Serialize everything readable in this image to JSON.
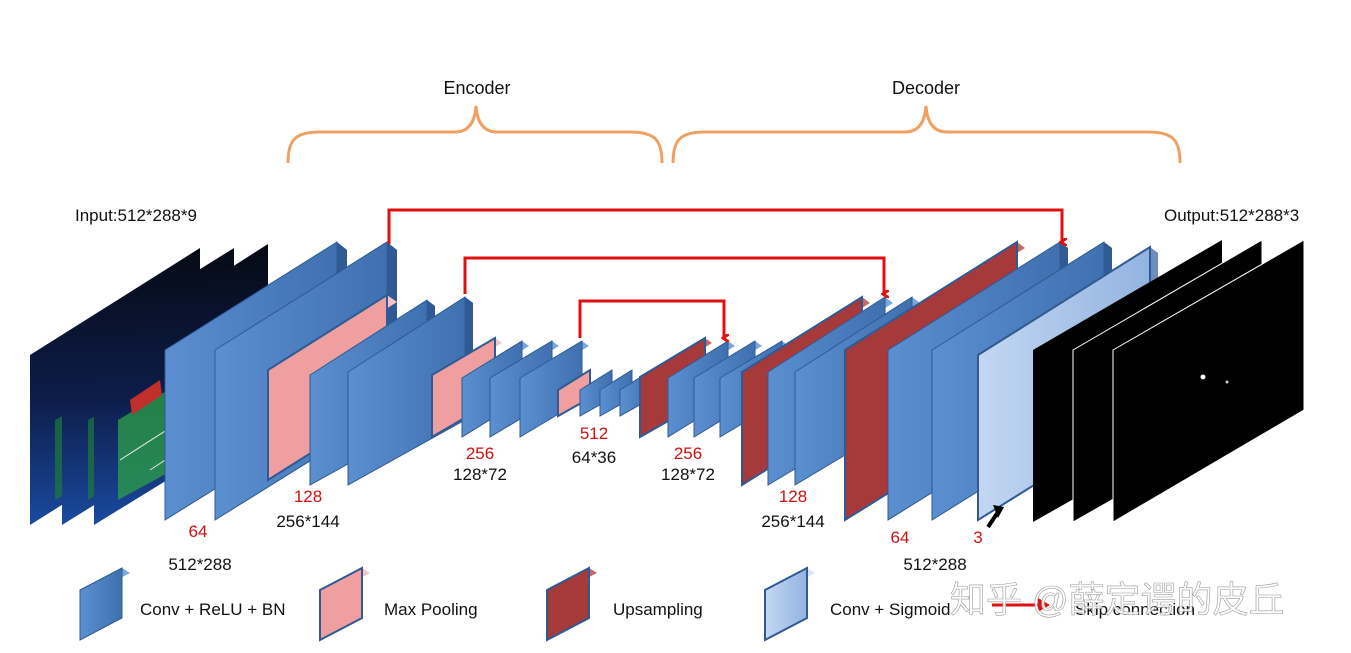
{
  "encoder_label": "Encoder",
  "decoder_label": "Decoder",
  "input_label": "Input:512*288*9",
  "output_label": "Output:512*288*3",
  "channels": {
    "enc64": "64",
    "enc128": "128",
    "enc256": "256",
    "bottleneck512": "512",
    "dec256": "256",
    "dec128": "128",
    "dec64": "64",
    "out3": "3"
  },
  "sizes": {
    "enc512": "512*288",
    "enc256": "256*144",
    "enc128": "128*72",
    "bottleneck": "64*36",
    "dec128": "128*72",
    "dec256": "256*144",
    "dec512": "512*288"
  },
  "legend": {
    "conv": "Conv + ReLU + BN",
    "pool": "Max Pooling",
    "upsample": "Upsampling",
    "sigmoid": "Conv + Sigmoid",
    "skip": "Skip connection"
  },
  "watermark": "知乎 @薛定谔的皮丘",
  "colors": {
    "conv": "#4a7ebf",
    "pool": "#f0a5a5",
    "upsample": "#a63a3a",
    "sigmoid": "#a9c4e8",
    "skip": "#e01010",
    "bracket": "#f0a060",
    "channel_text": "#d01010"
  }
}
